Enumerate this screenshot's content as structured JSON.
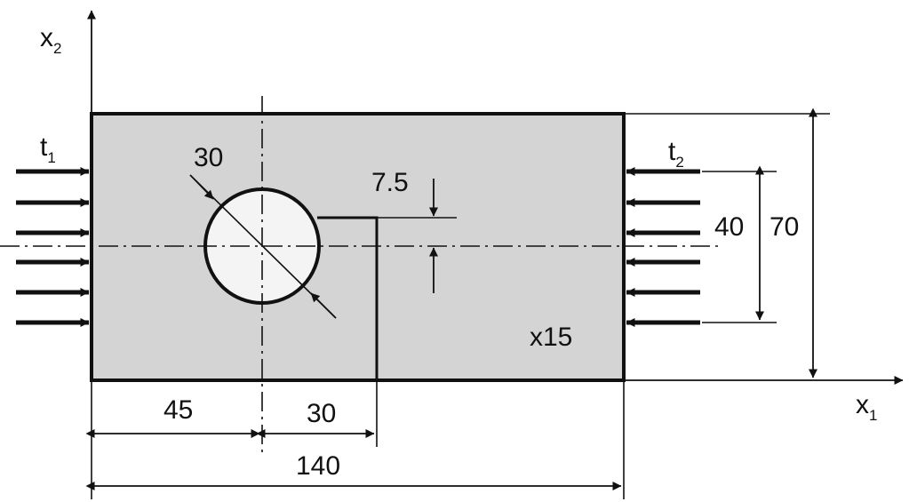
{
  "axes": {
    "x1": "x",
    "x1_sub": "1",
    "x2": "x",
    "x2_sub": "2"
  },
  "loads": {
    "left": "t",
    "left_sub": "1",
    "right": "t",
    "right_sub": "2"
  },
  "dimensions": {
    "hole_diameter": "30",
    "slot_height": "7.5",
    "load_height": "40",
    "plate_height": "70",
    "hole_x": "45",
    "slot_x": "30",
    "plate_width": "140"
  },
  "thickness": "x15",
  "colors": {
    "plate_fill": "#d4d4d4",
    "hole_fill": "#f4f4f4",
    "line": "#111111"
  }
}
